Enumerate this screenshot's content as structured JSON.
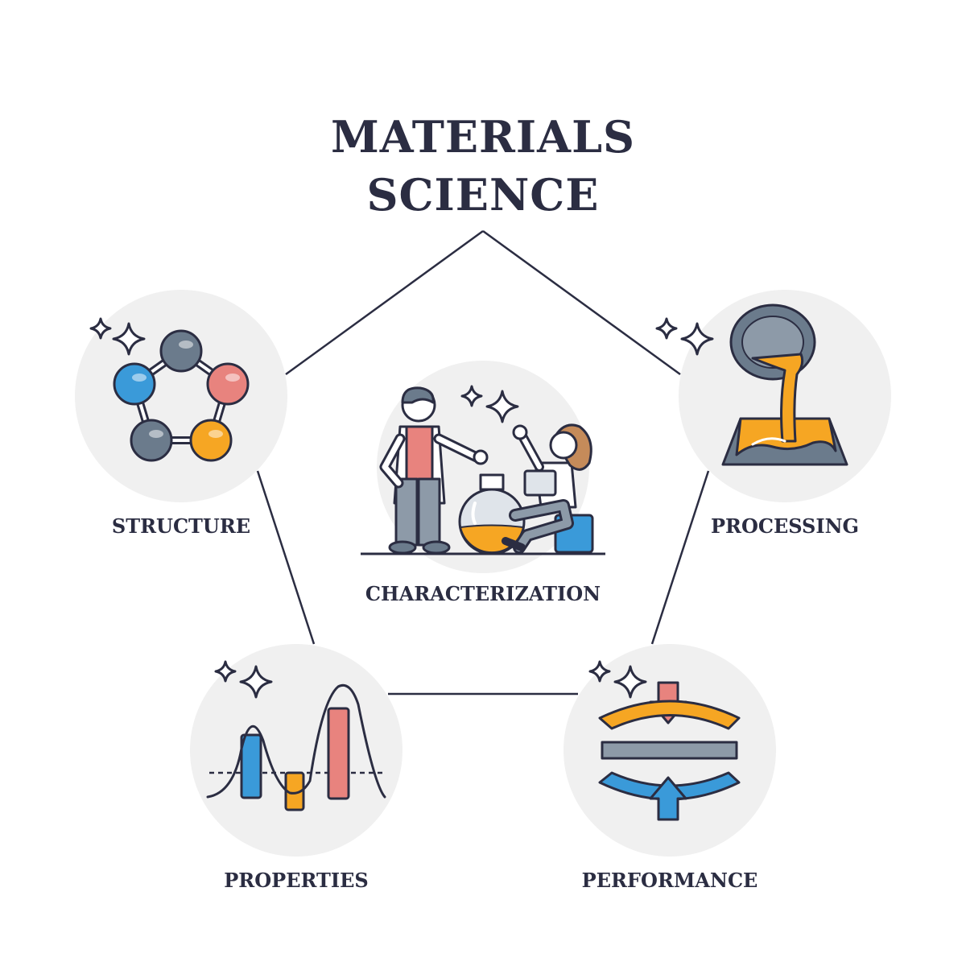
{
  "title": {
    "line1": "MATERIALS",
    "line2": "SCIENCE"
  },
  "nodes": {
    "structure": "STRUCTURE",
    "processing": "PROCESSING",
    "characterization": "CHARACTERIZATION",
    "properties": "PROPERTIES",
    "performance": "PERFORMANCE"
  },
  "colors": {
    "outline": "#2b2d42",
    "circle_bg": "#f0f0f0",
    "blue": "#3a9ad9",
    "orange": "#f6a623",
    "pink": "#e8837e",
    "gray": "#6b7b8c"
  }
}
